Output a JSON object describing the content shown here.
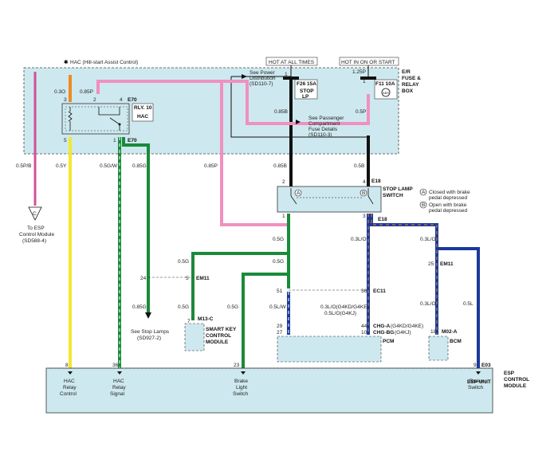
{
  "title": "HAC (Hill-start Assist Control)",
  "title_marker": "✱",
  "supply": {
    "hot_all_times": "HOT AT ALL TIMES",
    "hot_on_start": "HOT IN ON OR START",
    "fuse_box": [
      "E/R",
      "FUSE &",
      "RELAY",
      "BOX"
    ],
    "power_dist": [
      "See Power",
      "Distribution",
      "(SD110-7)"
    ],
    "fuse_f26": "F26 15A",
    "fuse_f26_name": [
      "STOP",
      "LP"
    ],
    "fuse_f11": "F11 10A",
    "fuse_f11_name": "ABS",
    "f26_pin": "1",
    "f11_pin": "1.25P",
    "f11_pin_num": "1",
    "pass_fuse": [
      "See Passenger",
      "Compartment",
      "Fuse Details",
      "(SD110-3)"
    ]
  },
  "relay": {
    "name": "RLY. 10",
    "label": "HAC",
    "connector": "E70",
    "connector_lower": "E70",
    "pins": [
      "3",
      "2",
      "4",
      "5",
      "1"
    ]
  },
  "stop_switch": {
    "name": [
      "STOP LAMP",
      "SWITCH"
    ],
    "connector": "E18",
    "connector_lower": "E18",
    "pins_top": [
      "2",
      "4"
    ],
    "pins_bottom": [
      "1",
      "3"
    ],
    "legend_a": [
      "Closed with brake",
      "pedal depressed"
    ],
    "legend_b": [
      "Open with brake",
      "pedal depressed"
    ],
    "legend_a_sym": "A",
    "legend_b_sym": "B"
  },
  "wires": {
    "w_03o": "0.3O",
    "w_085p_top": "0.85P",
    "w_085b": "0.85B",
    "w_05p_top": "0.5P",
    "w_05pb": "0.5P/B",
    "w_05y": "0.5Y",
    "w_05gw": "0.5G/W",
    "w_085g": "0.85G",
    "w_085p": "0.85P",
    "w_085b_mid": "0.85B",
    "w_05b": "0.5B",
    "w_05g_a": "0.5G",
    "w_05g_b": "0.5G",
    "w_05g_c": "0.5G",
    "w_05g_d": "0.5G",
    "w_03lo": "0.3L/O",
    "w_03lo_b": "0.3L/O",
    "w_03lo_c": "0.3L/O",
    "w_05lw": "0.5L/W",
    "w_05l": "0.5L",
    "w_085g_low": "0.85G",
    "w_03lo_g4kd": "0.3L/O(G4KD/G4KE)",
    "w_05lo_g4kj": "0.5L/O(G4KJ)"
  },
  "connectors": {
    "em11_a": "EM11",
    "em11_a_pin_l": "24",
    "em11_a_pin_r": "5",
    "em11_b": "EM11",
    "em11_b_pin": "25",
    "ec11": "EC11",
    "ec11_pin_l": "51",
    "ec11_pin_r": "36",
    "m13c": "M13-C",
    "m13c_pin": "7",
    "m13c_name": [
      "SMART KEY",
      "CONTROL",
      "MODULE"
    ],
    "pcm_pins_l": [
      "29",
      "27"
    ],
    "pcm_pins_r": [
      "44",
      "10"
    ],
    "chg_a": "CHG-A",
    "chg_a_note": "(G4KD/G4KE)",
    "chg_bg": "CHG-BG",
    "chg_bg_note": "(G4KJ)",
    "pcm": "PCM",
    "m02a": "M02-A",
    "m02a_pin": "18",
    "bcm": "BCM",
    "e03": "E03",
    "e03_pin": "9"
  },
  "refs": {
    "to_esp": [
      "To ESP",
      "Control Module",
      "(SD588-4)"
    ],
    "to_esp_sym": "C",
    "stop_lamps": [
      "See Stop Lamps",
      "(SD927-2)"
    ]
  },
  "esp": {
    "name": [
      "ESP",
      "CONTROL",
      "MODULE"
    ],
    "unit": "ESP UNIT",
    "pins": [
      "8",
      "36",
      "23",
      "9"
    ],
    "terminals": [
      [
        "HAC",
        "Relay",
        "Control"
      ],
      [
        "HAC",
        "Relay",
        "Signal"
      ],
      [
        "Brake",
        "Light",
        "Switch"
      ],
      [
        "Brake",
        "Switch"
      ]
    ]
  },
  "colors": {
    "panel": "#cde9ef",
    "pink": "#f090c0",
    "green": "#1a8a3a",
    "blue": "#1a3a9a",
    "yellow": "#f2e830",
    "orange": "#f08a20",
    "black": "#111111"
  }
}
